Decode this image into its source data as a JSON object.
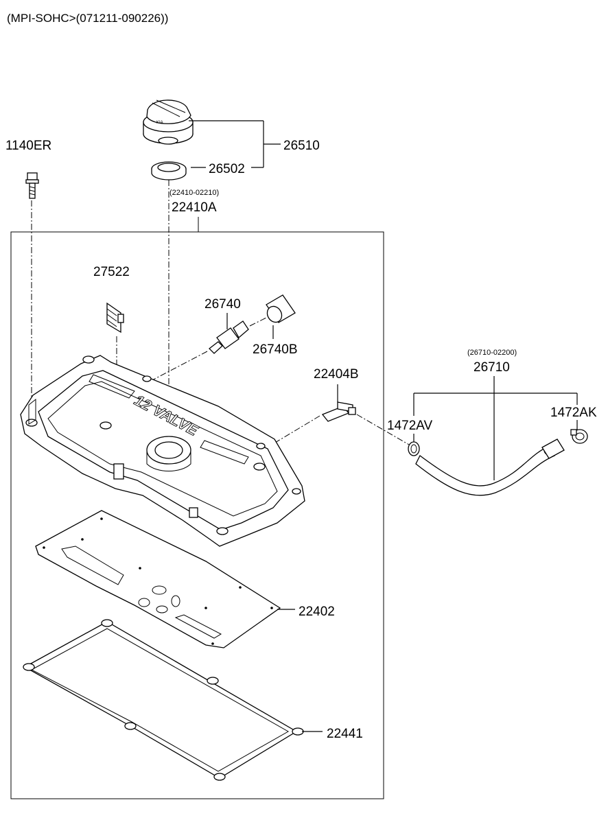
{
  "header": "(MPI-SOHC>(071211-090226))",
  "labels": {
    "p1140ER": "1140ER",
    "p26510": "26510",
    "p26502": "26502",
    "p22410_ref": "(22410-02210)",
    "p22410A": "22410A",
    "p27522": "27522",
    "p26740": "26740",
    "p26740B": "26740B",
    "p22404B": "22404B",
    "p26710_ref": "(26710-02200)",
    "p26710": "26710",
    "p1472AV": "1472AV",
    "p1472AK": "1472AK",
    "p22402": "22402",
    "p22441": "22441"
  },
  "cover_text": "12 VALVE"
}
